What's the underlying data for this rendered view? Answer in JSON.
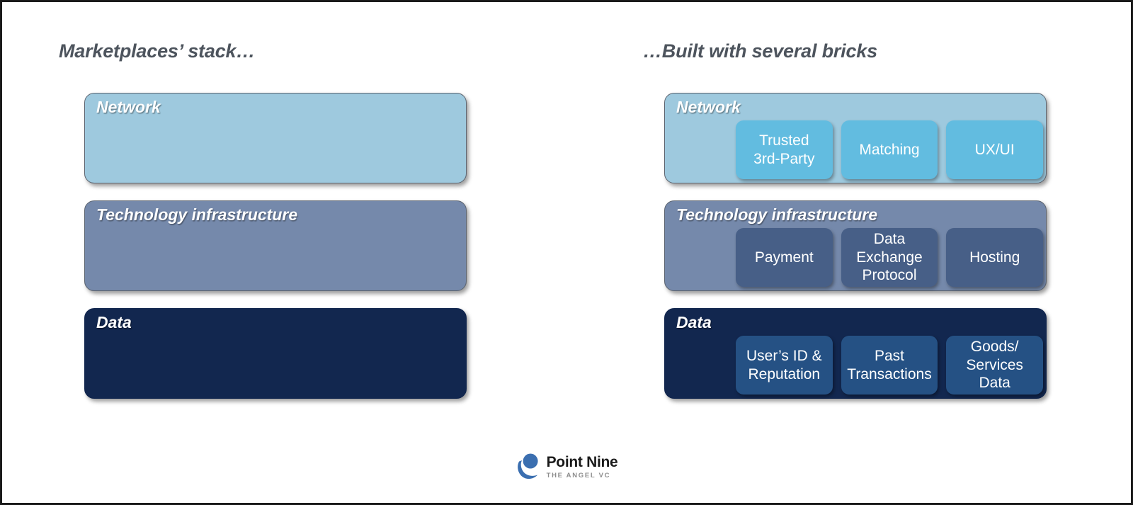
{
  "slide": {
    "background": "#ffffff",
    "frame_color": "#1b1b1b"
  },
  "left": {
    "title": "Marketplaces’ stack…",
    "layers": [
      {
        "label": "Network",
        "color": "#9ec9de"
      },
      {
        "label": "Technology infrastructure",
        "color": "#7589ab"
      },
      {
        "label": "Data",
        "color": "#12274f"
      }
    ]
  },
  "right": {
    "title": "…Built with several bricks",
    "layers": [
      {
        "label": "Network",
        "color": "#9ec9de",
        "brick_color": "#62bce0",
        "bricks": [
          {
            "lines": [
              "Trusted",
              "3rd-Party"
            ]
          },
          {
            "lines": [
              "Matching"
            ]
          },
          {
            "lines": [
              "UX/UI"
            ]
          }
        ]
      },
      {
        "label": "Technology infrastructure",
        "color": "#7589ab",
        "brick_color": "#475f87",
        "bricks": [
          {
            "lines": [
              "Payment"
            ]
          },
          {
            "lines": [
              "Data",
              "Exchange",
              "Protocol"
            ]
          },
          {
            "lines": [
              "Hosting"
            ]
          }
        ]
      },
      {
        "label": "Data",
        "color": "#12274f",
        "brick_color": "#255184",
        "bricks": [
          {
            "lines": [
              "User’s ID &",
              "Reputation"
            ]
          },
          {
            "lines": [
              "Past",
              "Transactions"
            ]
          },
          {
            "lines": [
              "Goods/",
              "Services",
              "Data"
            ]
          }
        ]
      }
    ]
  },
  "logo": {
    "name": "Point Nine",
    "tagline": "THE ANGEL VC",
    "mark_color": "#3b6fb0",
    "name_color": "#1a1a1a",
    "tagline_color": "#8d8d8d"
  }
}
